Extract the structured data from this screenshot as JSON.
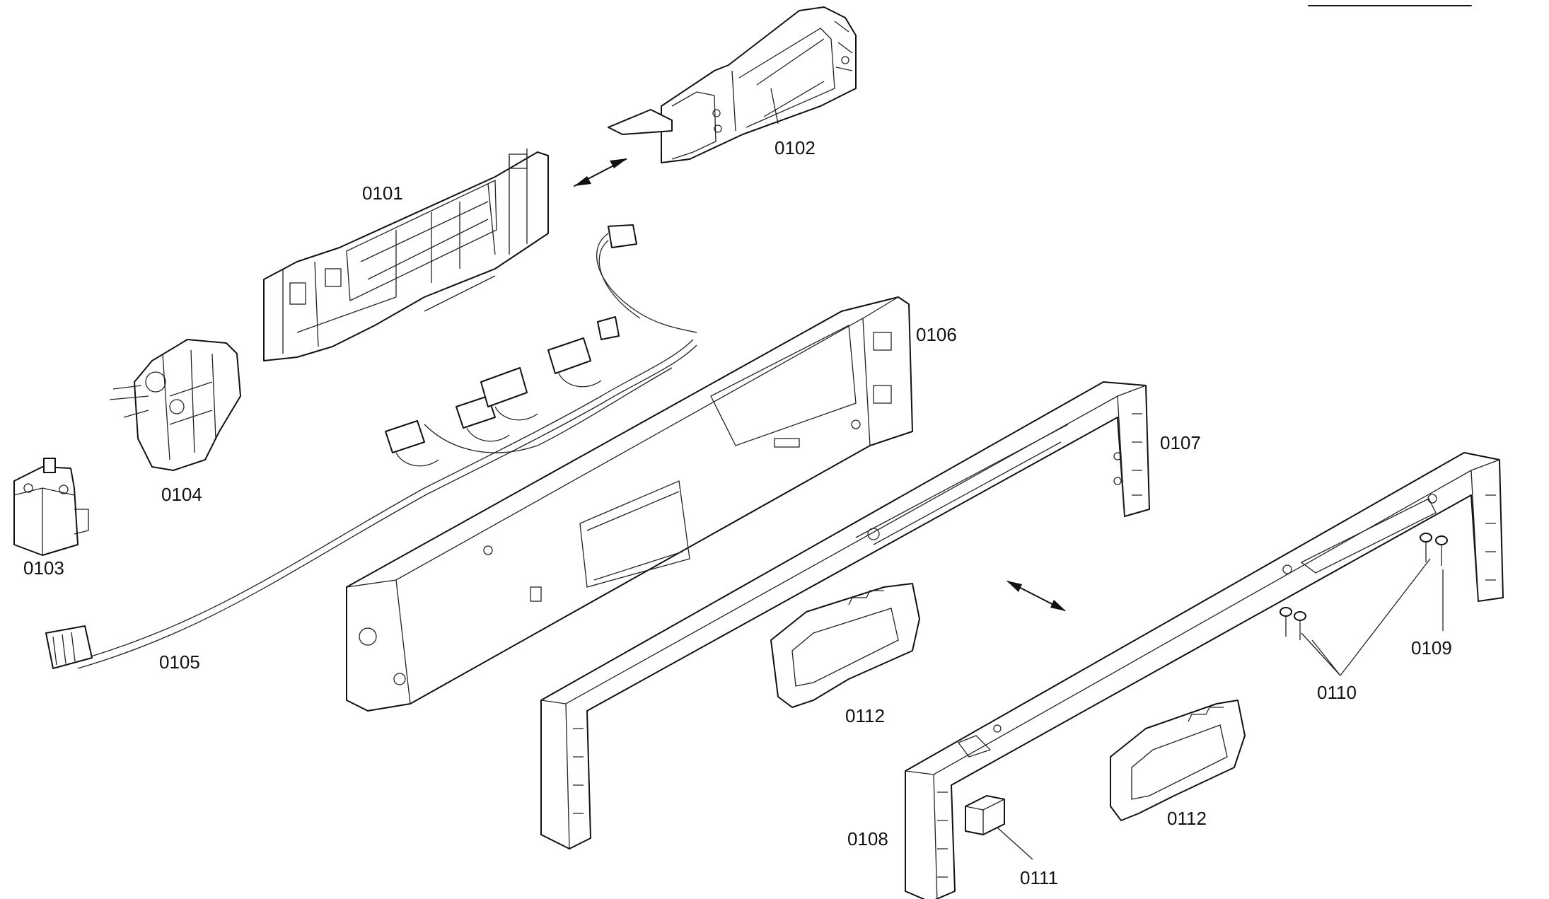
{
  "diagram": {
    "labels": {
      "p0101": "0101",
      "p0102": "0102",
      "p0103": "0103",
      "p0104": "0104",
      "p0105": "0105",
      "p0106": "0106",
      "p0107": "0107",
      "p0108": "0108",
      "p0109": "0109",
      "p0110": "0110",
      "p0111": "0111",
      "p0112a": "0112",
      "p0112b": "0112"
    }
  }
}
